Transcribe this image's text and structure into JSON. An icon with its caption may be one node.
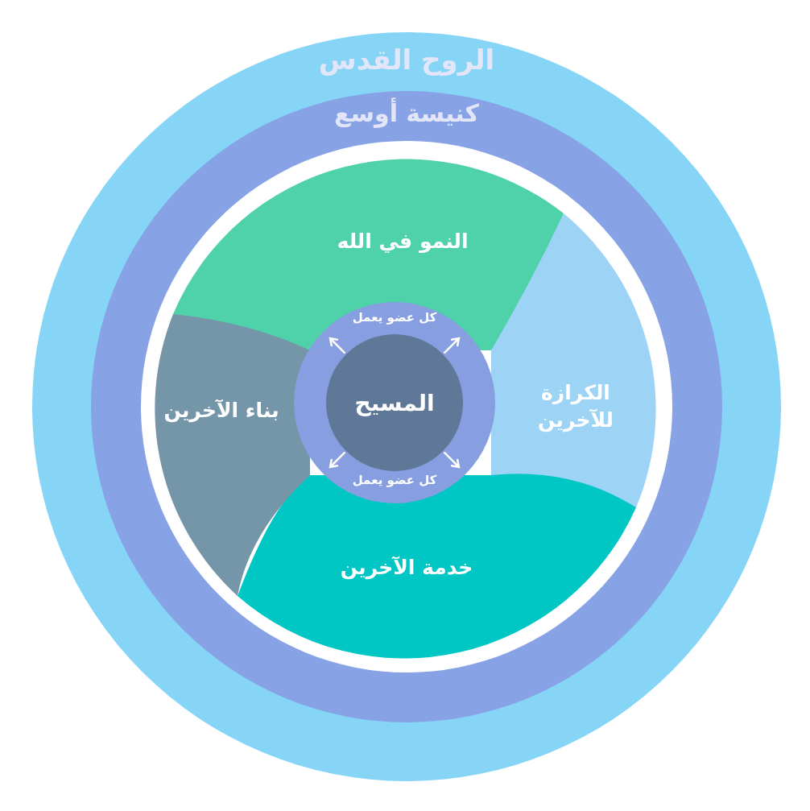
{
  "diagram": {
    "nodes": [
      {
        "text": [
          "الروح القدس"
        ]
      },
      {
        "text": [
          "كنيسة أوسع"
        ],
        "in": 0
      },
      {
        "text": [
          "النمو في الله"
        ],
        "in": 1
      },
      {
        "text": [
          "الكرازة للآخرين"
        ],
        "in": 1
      },
      {
        "text": [
          "خدمة الآخرين"
        ],
        "in": 1
      },
      {
        "text": [
          "بناء الآخرين"
        ],
        "in": 1
      },
      {
        "text": [
          "كل عضو يعمل",
          "كل عضو يعمل"
        ],
        "in": 1
      },
      {
        "text": [
          "المسيح"
        ],
        "in": 6
      }
    ]
  }
}
